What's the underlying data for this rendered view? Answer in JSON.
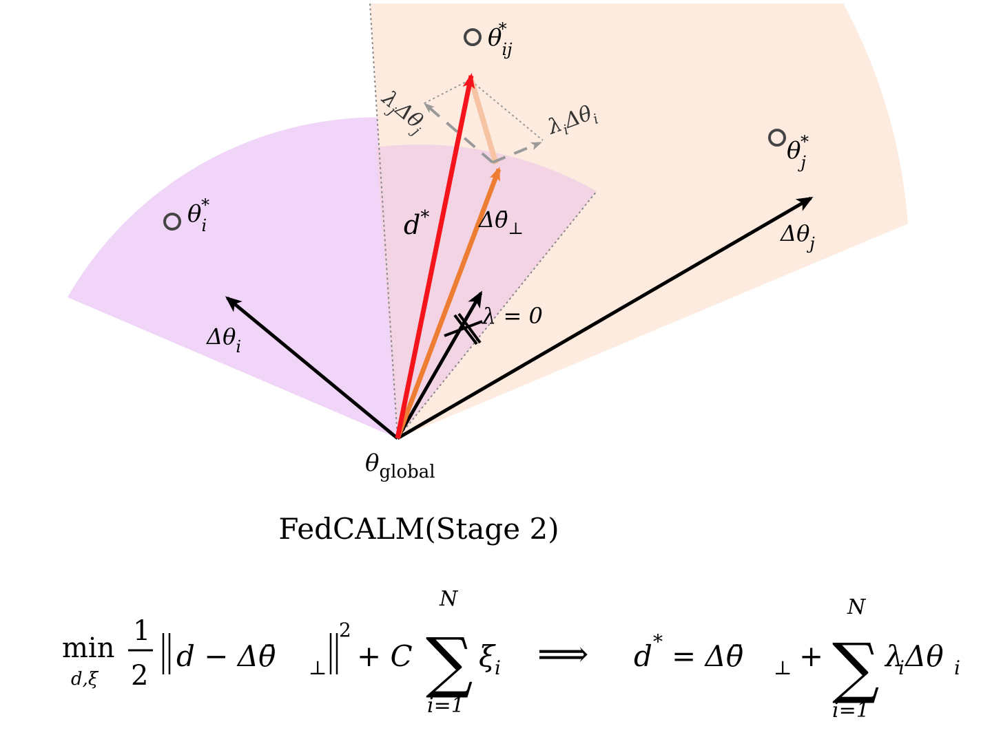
{
  "labels": {
    "theta_ij_star": {
      "base": "θ",
      "sub": "ij",
      "sup": "*"
    },
    "theta_i_star": {
      "base": "θ",
      "sub": "i",
      "sup": "*"
    },
    "theta_j_star": {
      "base": "θ",
      "sub": "j",
      "sup": "*"
    },
    "lambda_j_dtheta_j": {
      "base": "λ",
      "sub1": "j",
      "mid": "Δθ",
      "sub2": "j"
    },
    "lambda_i_dtheta_i": {
      "base": "λ",
      "sub1": "i",
      "mid": "Δθ",
      "sub2": "i"
    },
    "d_star": {
      "base": "d",
      "sup": "*"
    },
    "dtheta_perp": {
      "base": "Δθ̄",
      "sub": "⊥"
    },
    "dtheta_j": {
      "base": "Δθ",
      "sub": "j"
    },
    "dtheta_i": {
      "base": "Δθ",
      "sub": "i"
    },
    "lambda_zero": "λ = 0",
    "theta_global": {
      "base": "θ",
      "sub": "global"
    }
  },
  "title": "FedCALM(Stage 2)",
  "equation": {
    "min": "min",
    "min_sub": "d,ξ",
    "frac_num": "1",
    "frac_den": "2",
    "norm_body": "d − Δθ̄",
    "norm_sub": "⊥",
    "sq": "2",
    "plus_c": "+ C",
    "sum_top": "N",
    "sum_bottom": "i=1",
    "sum_sign": "∑",
    "xi": "ξ",
    "xi_sub": "i",
    "implies": "⟹",
    "lhs": "d",
    "lhs_sup": "*",
    "eq": "= Δθ̄",
    "eq_sub": "⊥",
    "plus": "+",
    "lambda": "λ",
    "lambda_sub": "i",
    "dtheta": "Δθ",
    "dtheta_sub": "i"
  },
  "colors": {
    "purple_region": "#f0d5f8",
    "peach_region": "#fdebdf",
    "overlap_region": "#f3d4e6",
    "red": "#f5141b",
    "orange": "#ee7d34",
    "light_orange": "#f6c4a4",
    "black": "#000000",
    "gray": "#999999",
    "circle": "#444444"
  }
}
